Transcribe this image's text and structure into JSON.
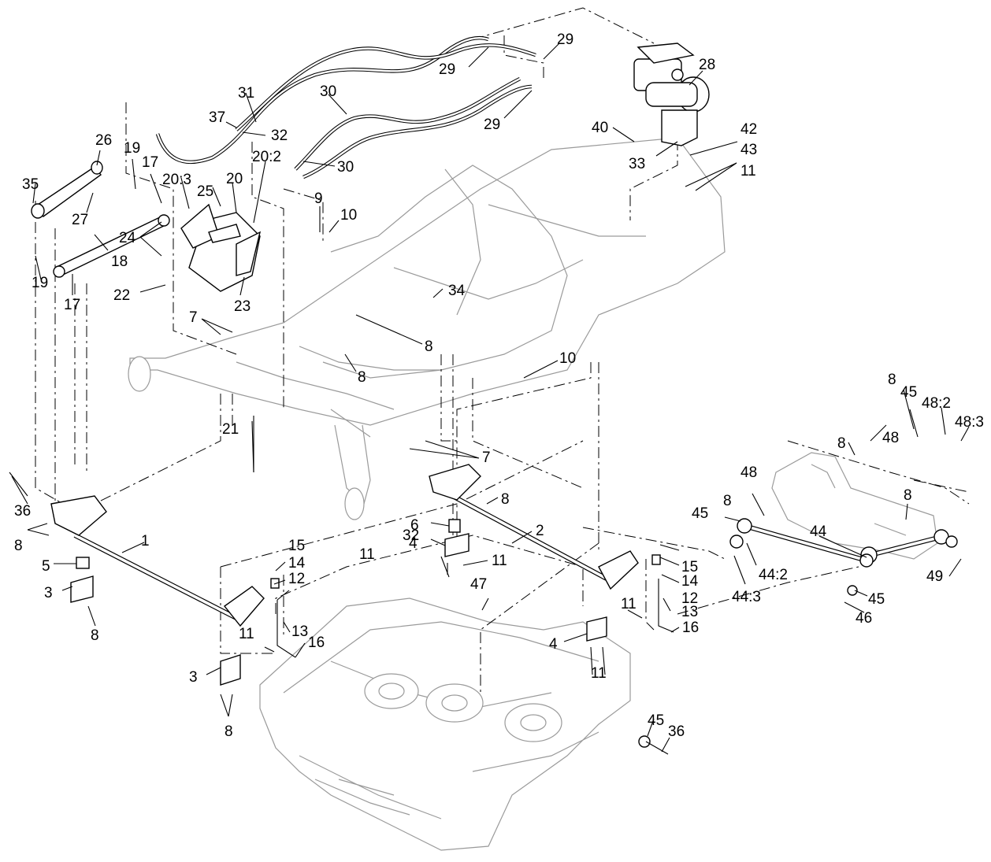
{
  "diagram": {
    "callouts": [
      "1",
      "2",
      "3",
      "3",
      "4",
      "4",
      "5",
      "6",
      "7",
      "7",
      "8",
      "8",
      "8",
      "8",
      "8",
      "8",
      "8",
      "8",
      "8",
      "8",
      "9",
      "10",
      "10",
      "11",
      "11",
      "11",
      "11",
      "11",
      "11",
      "12",
      "12",
      "13",
      "13",
      "14",
      "14",
      "15",
      "15",
      "16",
      "16",
      "17",
      "17",
      "18",
      "19",
      "19",
      "20",
      "20:2",
      "20:3",
      "21",
      "22",
      "23",
      "24",
      "25",
      "26",
      "27",
      "28",
      "29",
      "29",
      "29",
      "30",
      "30",
      "31",
      "32",
      "32",
      "33",
      "34",
      "35",
      "36",
      "36",
      "37",
      "40",
      "42",
      "43",
      "44",
      "44:2",
      "44:3",
      "45",
      "45",
      "45",
      "45",
      "46",
      "47",
      "48",
      "48",
      "48:2",
      "48:3",
      "49"
    ]
  }
}
